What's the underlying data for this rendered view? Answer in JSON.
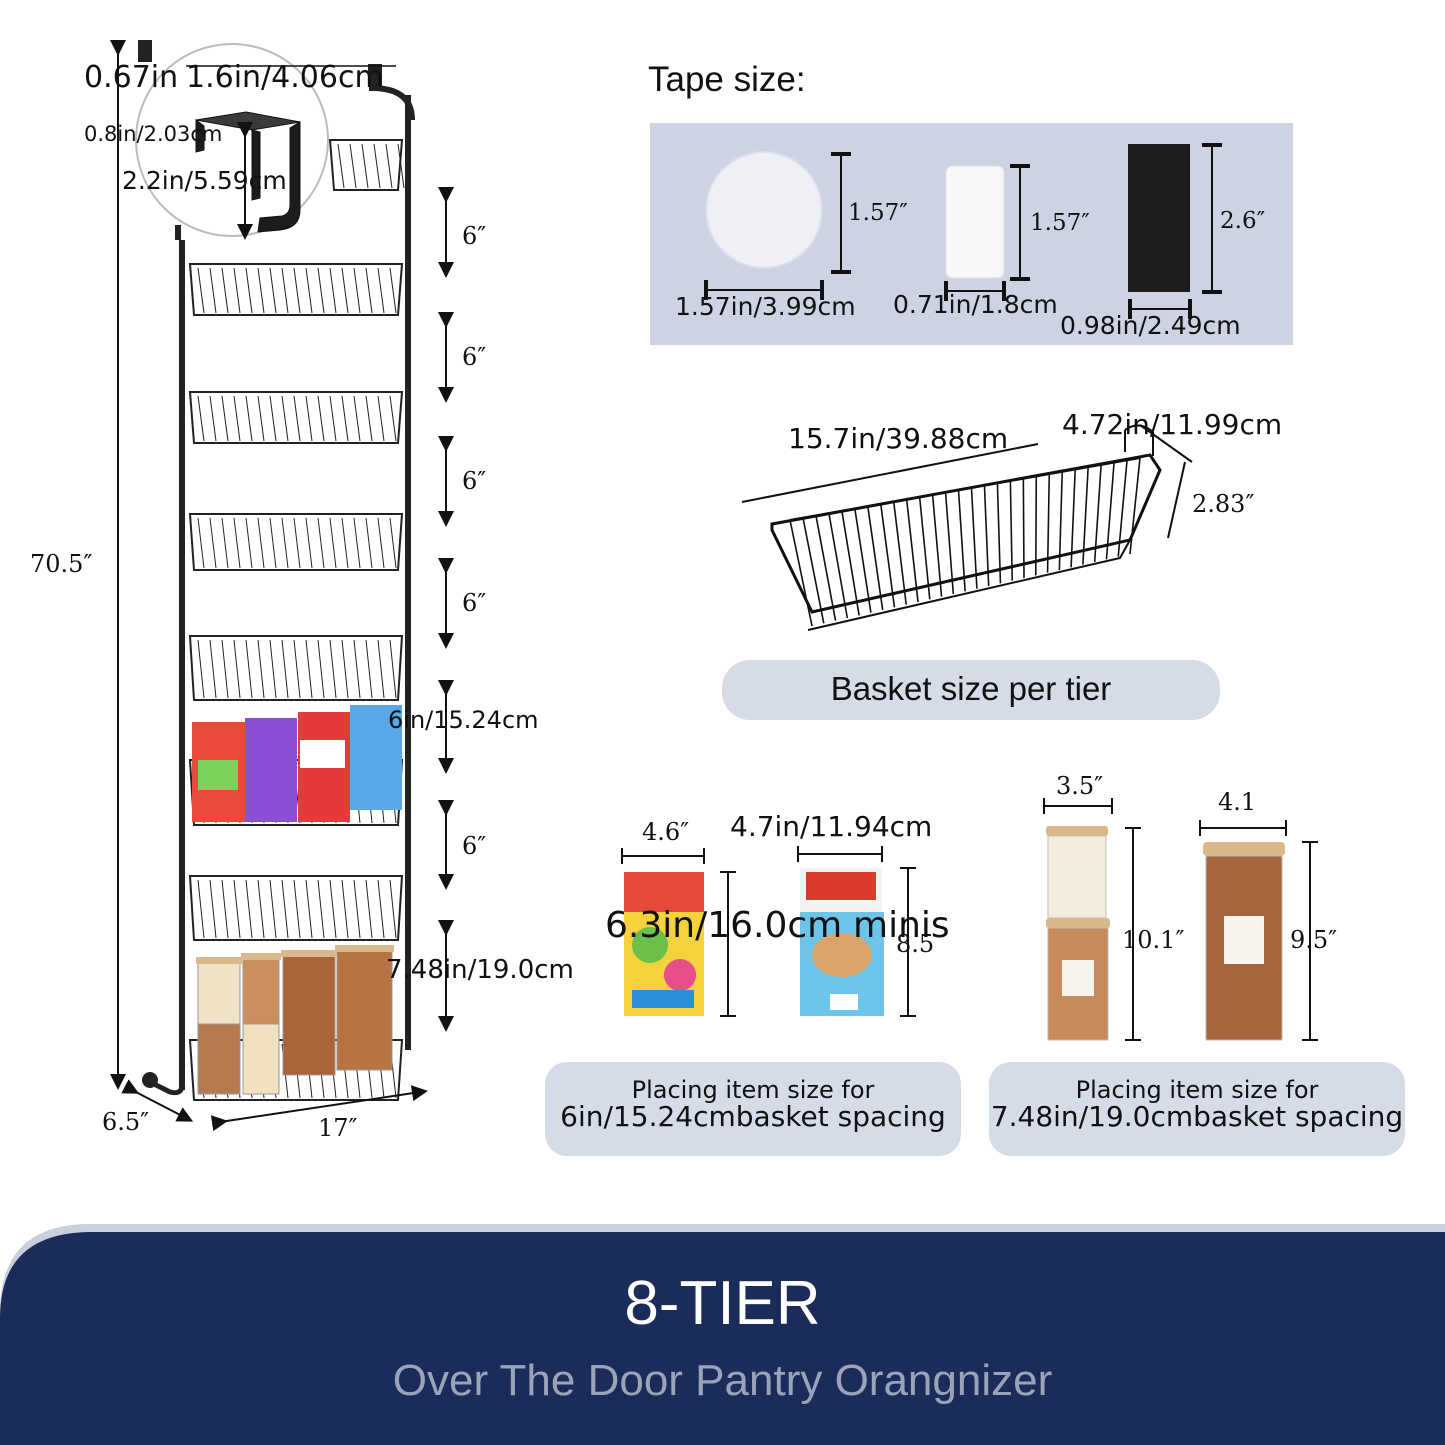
{
  "rack": {
    "hook_labels": {
      "hook_thickness": "0.67in",
      "hook_width": "1.6in/4.06cm",
      "hook_gap": "0.8in/2.03cm",
      "hook_depth": "2.2in/5.59cm"
    },
    "total_height": "70.5″",
    "spacing_labels": [
      "6″",
      "6″",
      "6″",
      "6″",
      "6in/15.24cm",
      "6″",
      "7.48in/19.0cm"
    ],
    "depth": "6.5″",
    "width": "17″"
  },
  "tape": {
    "title": "Tape size:",
    "items": [
      {
        "height": "1.57″",
        "width": "1.57in/3.99cm"
      },
      {
        "height": "1.57″",
        "width": "0.71in/1.8cm"
      },
      {
        "height": "2.6″",
        "width": "0.98in/2.49cm"
      }
    ]
  },
  "basket": {
    "length": "15.7in/39.88cm",
    "depth": "4.72in/11.99cm",
    "height": "2.83″",
    "caption": "Basket size per tier"
  },
  "items_6in": {
    "box1_width": "4.6″",
    "box2_width": "4.7in/11.94cm",
    "box_height": "6.3in/16.0cm",
    "minis": "minis",
    "box2_height": "8.5",
    "caption_line1": "Placing item size for",
    "caption_line2": "6in/15.24cmbasket spacing"
  },
  "items_748in": {
    "jar1_width": "3.5″",
    "jar1_height": "10.1″",
    "jar2_width": "4.1",
    "jar2_height": "9.5″",
    "caption_line1": "Placing item size for",
    "caption_line2": "7.48in/19.0cmbasket spacing"
  },
  "banner": {
    "title": "8-TIER",
    "subtitle": "Over The Door Pantry Orangnizer",
    "colors": {
      "navy": "#1c2c5a",
      "light": "#c9cfdc",
      "subtitle": "#9aa3b8"
    }
  }
}
